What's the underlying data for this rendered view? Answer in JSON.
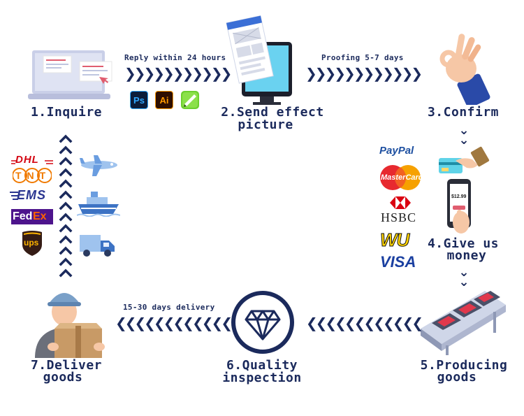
{
  "steps": {
    "inquire": "1.Inquire",
    "send_effect_line1": "2.Send effect",
    "send_effect_line2": "picture",
    "confirm": "3.Confirm",
    "give_money_line1": "4.Give us",
    "give_money_line2": "money",
    "producing_line1": "5.Producing",
    "producing_line2": "goods",
    "quality": "6.Quality inspection",
    "deliver_line1": "7.Deliver",
    "deliver_line2": "goods"
  },
  "notes": {
    "reply": "Reply within 24 hours",
    "proofing": "Proofing 5-7 days",
    "delivery": "15-30 days delivery"
  },
  "design_apps": {
    "ps": "Ps",
    "ai": "Ai"
  },
  "payment_logos": {
    "paypal": "PayPal",
    "mastercard": "MasterCard",
    "hsbc": "HSBC",
    "wu": "WU",
    "visa": "VISA"
  },
  "carrier_logos": {
    "dhl": "DHL",
    "tnt": "TNT",
    "ems": "EMS",
    "fedex_fed": "Fed",
    "fedex_ex": "Ex",
    "ups": "ups"
  },
  "phone_screen": {
    "price": "$12.99"
  },
  "colors": {
    "navy": "#1b2a5c",
    "accent_blue": "#2f6fcf"
  }
}
